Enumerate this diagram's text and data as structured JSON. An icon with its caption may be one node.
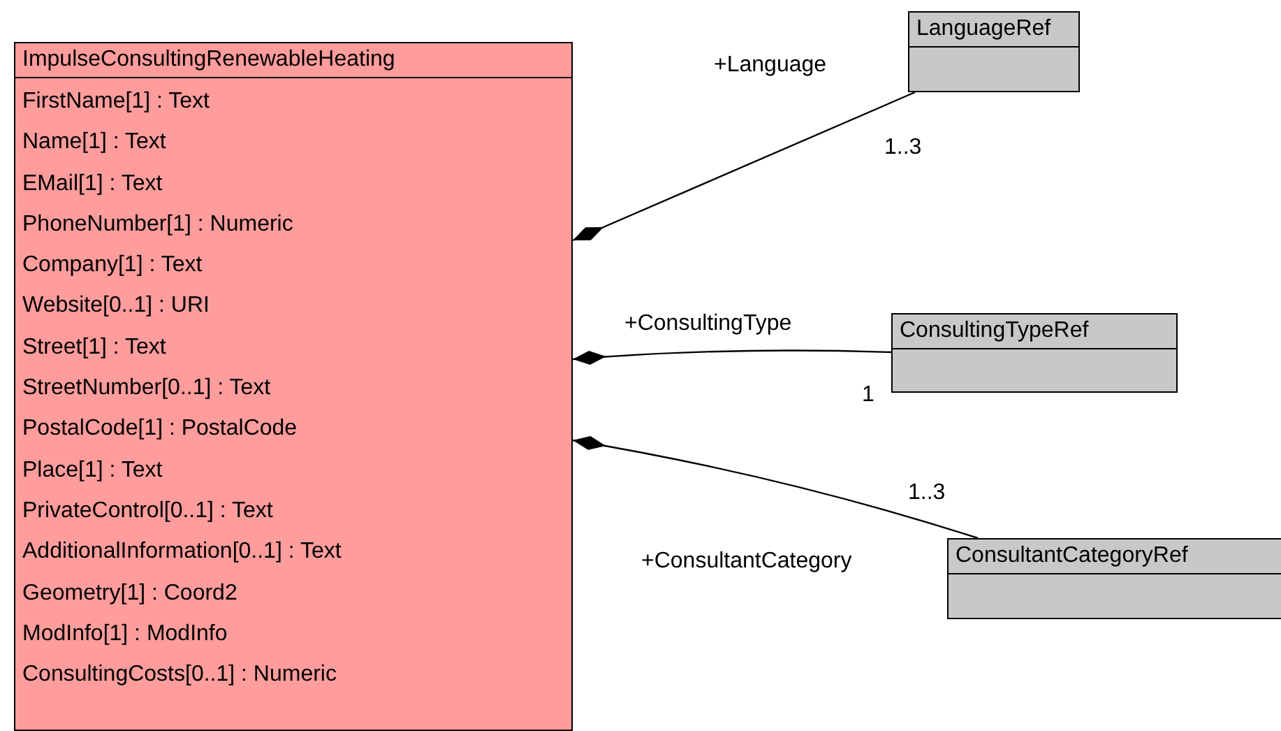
{
  "diagram": {
    "nodes": [
      {
        "text": [
          "ImpulseConsultingRenewableHeating",
          "FirstName[1] : Text",
          "Name[1] : Text",
          "EMail[1] : Text",
          "PhoneNumber[1] : Numeric",
          "Company[1] : Text",
          "Website[0..1] : URI",
          "Street[1] : Text",
          "StreetNumber[0..1] : Text",
          "PostalCode[1] : PostalCode",
          "Place[1] : Text",
          "PrivateControl[0..1] : Text",
          "AdditionalInformation[0..1] : Text",
          "Geometry[1] : Coord2",
          "ModInfo[1] : ModInfo",
          "ConsultingCosts[0..1] : Numeric"
        ]
      },
      {
        "text": [
          "LanguageRef"
        ]
      },
      {
        "text": [
          "ConsultingTypeRef"
        ]
      },
      {
        "text": [
          "ConsultantCategoryRef"
        ]
      }
    ],
    "edges": [
      {
        "from": 0,
        "to": 1,
        "arrow": "other",
        "label": "+Language"
      },
      {
        "from": 0,
        "to": 2,
        "arrow": "other",
        "label": "+ConsultingType"
      },
      {
        "from": 0,
        "to": 3,
        "arrow": "other",
        "label": "+ConsultantCategory"
      }
    ],
    "labels": [
      "1..3",
      "1",
      "1..3"
    ]
  }
}
